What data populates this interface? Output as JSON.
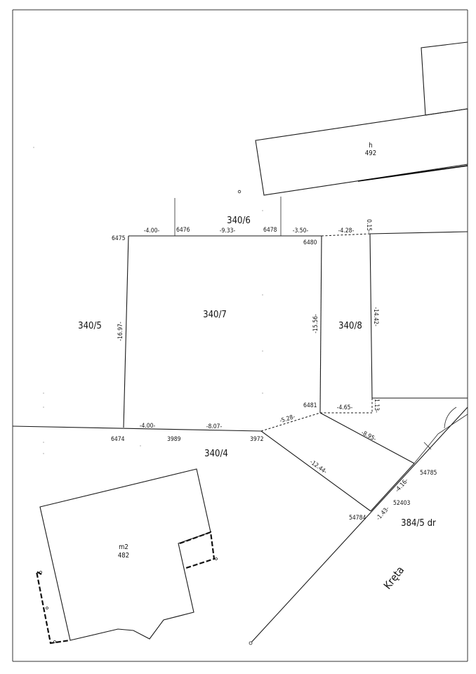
{
  "buildings": {
    "north": {
      "type": "h",
      "number": "492"
    },
    "south": {
      "type": "m2",
      "number": "482"
    }
  },
  "parcels": {
    "p340_6": "340/6",
    "p340_7": "340/7",
    "p340_5": "340/5",
    "p340_8": "340/8",
    "p340_4": "340/4",
    "p384_5": "384/5 dr"
  },
  "street": "Kręta",
  "points": {
    "p6475": "6475",
    "p6476": "6476",
    "p6478": "6478",
    "p6480": "6480",
    "p6481": "6481",
    "p6474": "6474",
    "p3989": "3989",
    "p3972": "3972",
    "p54785": "54785",
    "p54784": "54784",
    "p52403": "52403"
  },
  "dimensions": {
    "d_4_00_top": "-4.00-",
    "d_9_33": "-9.33-",
    "d_3_50": "-3.50-",
    "d_4_28": "-4.28-",
    "d_0_15": "0.15-",
    "d_16_97": "-16.97-",
    "d_15_56": "-15.56-",
    "d_14_42": "-14.42-",
    "d_1_13": "1.13-",
    "d_4_65": "-4.65-",
    "d_4_00_bottom": "-4.00-",
    "d_8_07": "-8.07-",
    "d_5_28": "-5.28-",
    "d_8_95": "-8.95-",
    "d_12_44": "-12.44-",
    "d_4_16": "-4.16-",
    "d_1_43": "-1.43-"
  }
}
